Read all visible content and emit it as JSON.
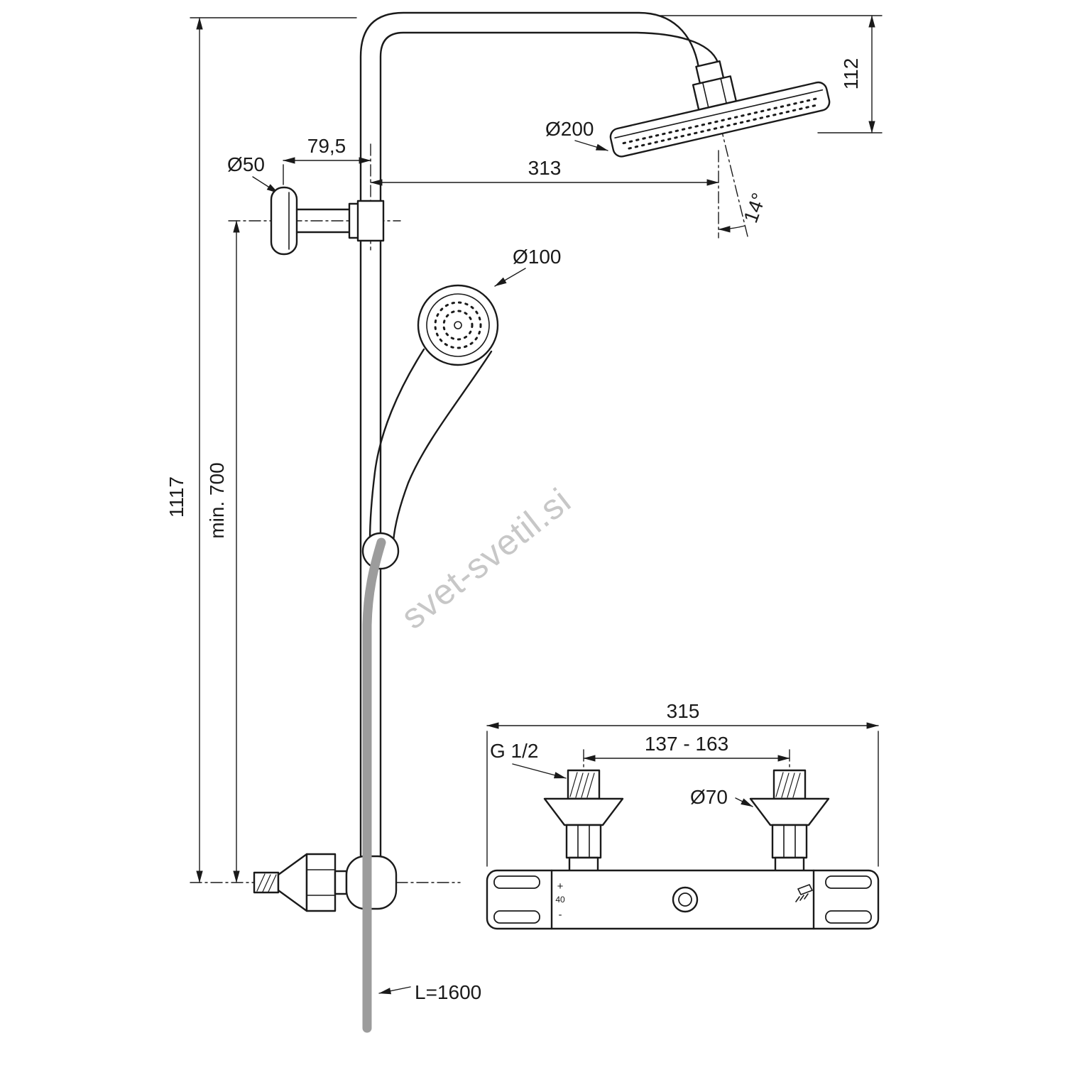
{
  "watermark": "svet-svetil.si",
  "shower": {
    "total_height": "1117",
    "min_height": "min. 700",
    "bracket_offset": "79,5",
    "bracket_diameter": "Ø50",
    "head_distance": "313",
    "head_diameter": "Ø200",
    "head_drop": "112",
    "head_angle": "14°",
    "hand_shower_diameter": "Ø100",
    "hose_length": "L=1600"
  },
  "mixer": {
    "total_width": "315",
    "inlet_spacing": "137 - 163",
    "thread_size": "G 1/2",
    "escutcheon_diameter": "Ø70",
    "hot_label": "+",
    "temp_label": "40",
    "cold_label": "-"
  }
}
